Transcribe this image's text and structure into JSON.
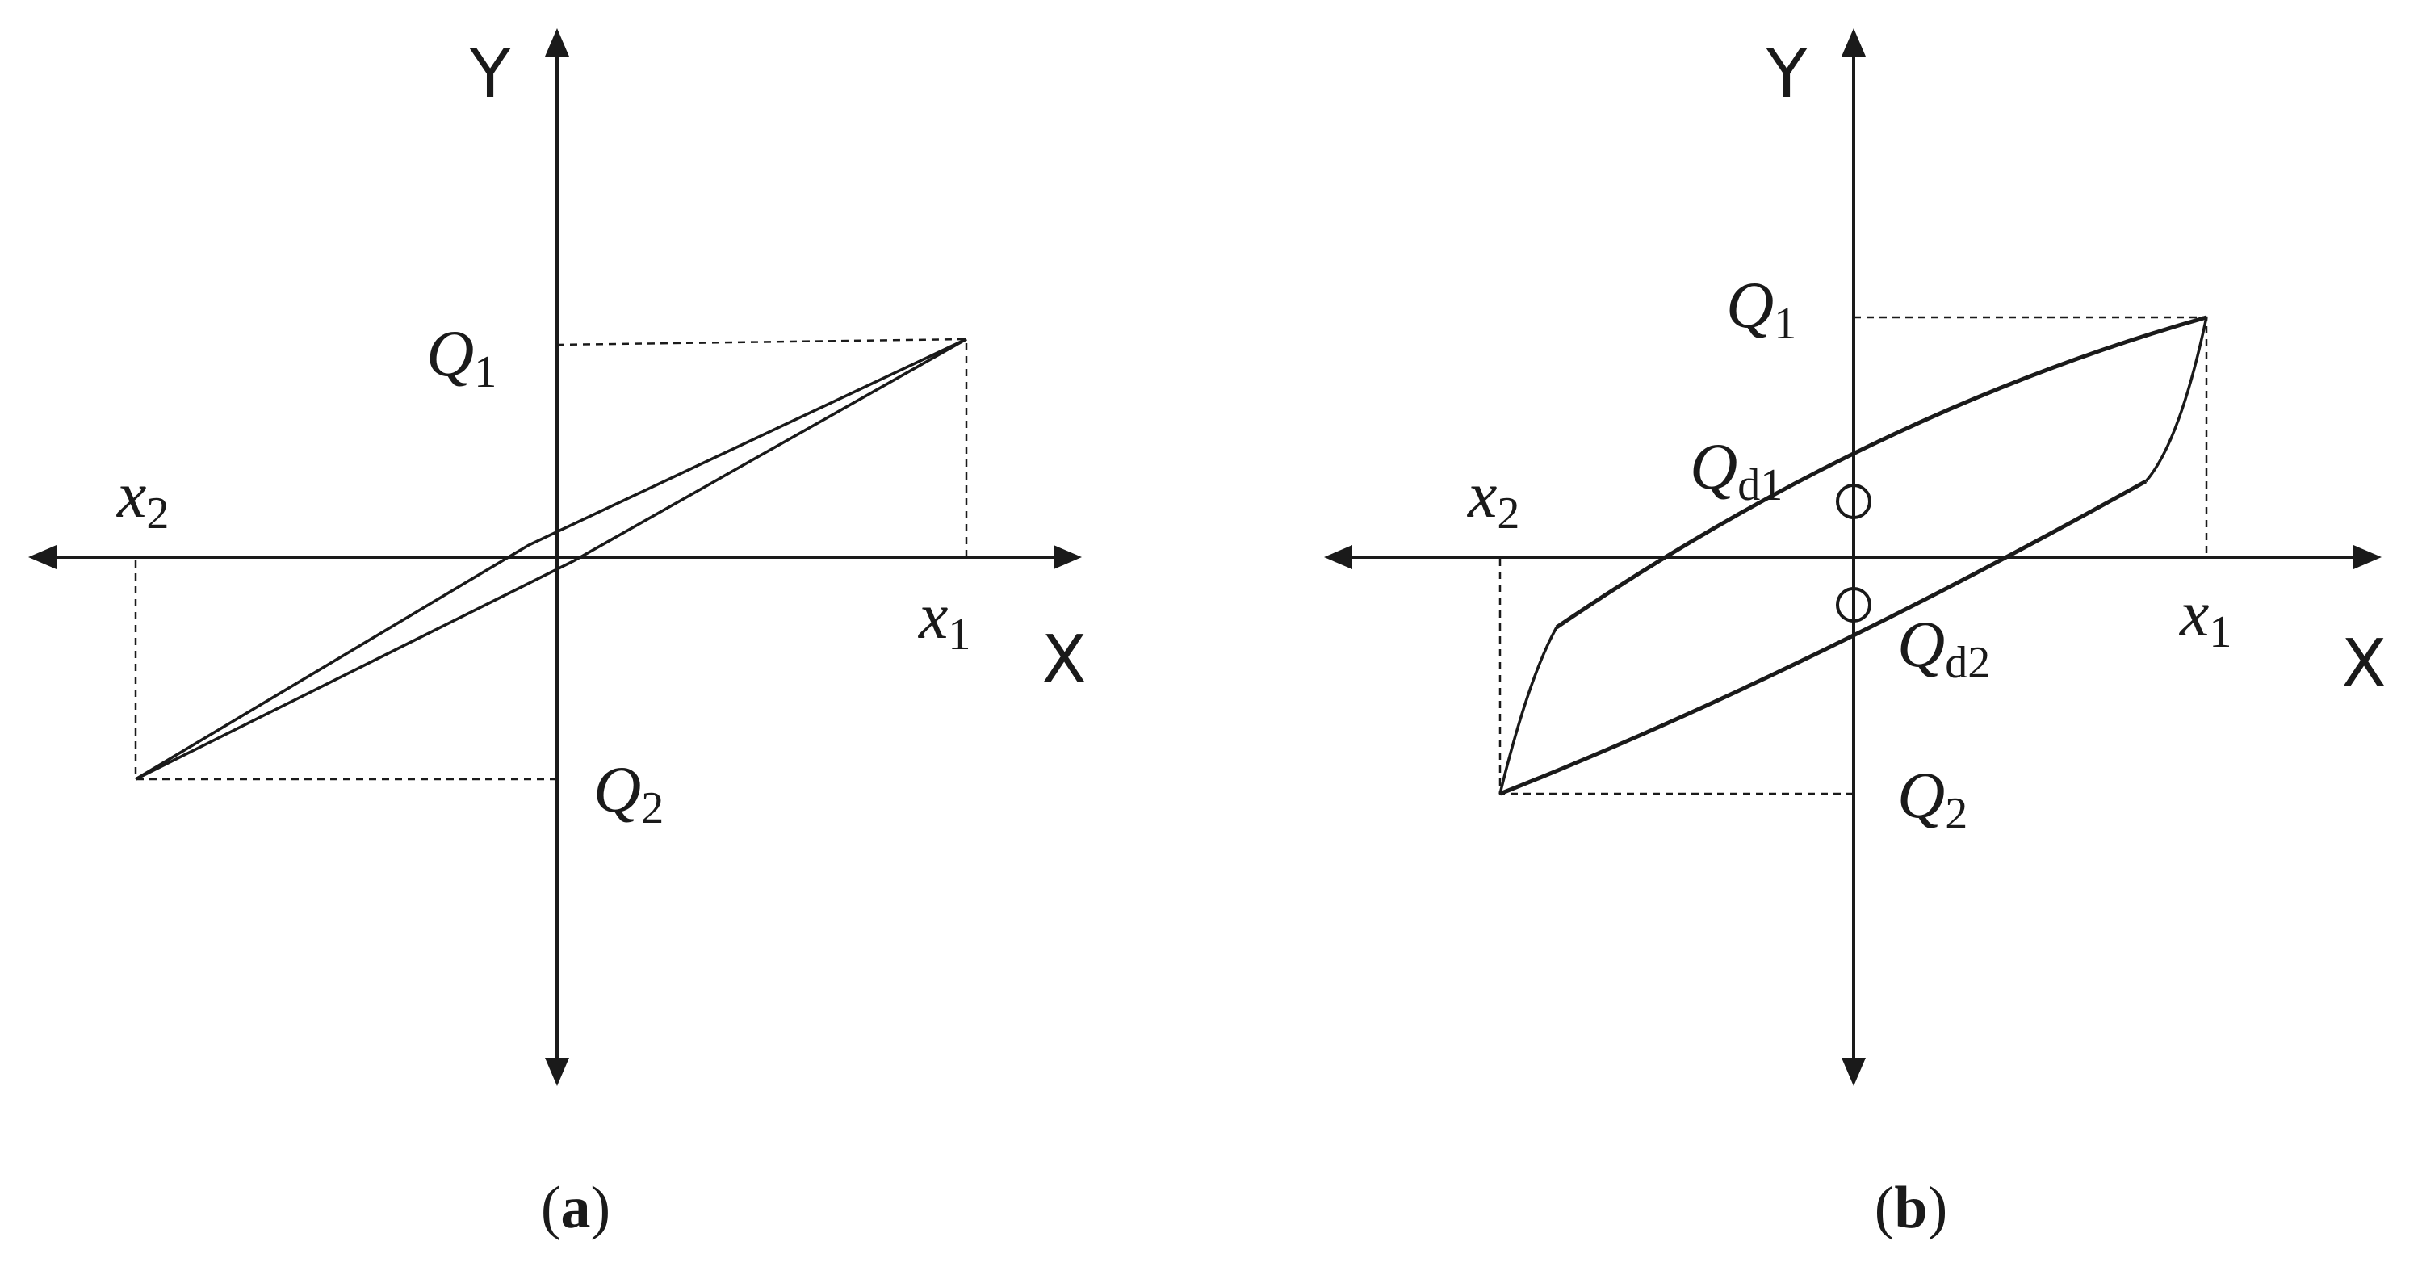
{
  "panels": [
    {
      "id": "a",
      "x_axis_label": "X",
      "y_axis_label": "Y",
      "x1": {
        "base": "x",
        "sub": "1"
      },
      "x2": {
        "base": "x",
        "sub": "2"
      },
      "q1": {
        "base": "Q",
        "sub": "1"
      },
      "q2": {
        "base": "Q",
        "sub": "2"
      },
      "caption": {
        "open": "(",
        "letter": "a",
        "close": ")"
      }
    },
    {
      "id": "b",
      "x_axis_label": "X",
      "y_axis_label": "Y",
      "x1": {
        "base": "x",
        "sub": "1"
      },
      "x2": {
        "base": "x",
        "sub": "2"
      },
      "q1": {
        "base": "Q",
        "sub": "1"
      },
      "q2": {
        "base": "Q",
        "sub": "2"
      },
      "qd1": {
        "base": "Q",
        "sub": "d1"
      },
      "qd2": {
        "base": "Q",
        "sub": "d2"
      },
      "caption": {
        "open": "(",
        "letter": "b",
        "close": ")"
      }
    }
  ]
}
